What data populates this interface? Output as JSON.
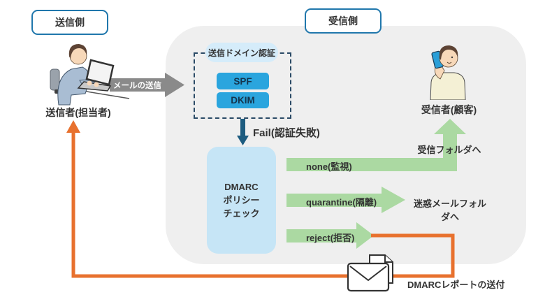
{
  "side_labels": {
    "sender": "送信側",
    "receiver": "受信側"
  },
  "sender": {
    "label": "送信者(担当者)"
  },
  "receiver": {
    "label": "受信者(顧客)"
  },
  "mail_send": {
    "label": "メールの送信"
  },
  "auth": {
    "title": "送信ドメイン認証",
    "spf": "SPF",
    "dkim": "DKIM",
    "fail": "Fail(認証失敗)"
  },
  "dmarc_box": {
    "line1": "DMARC",
    "line2": "ポリシー",
    "line3": "チェック"
  },
  "policies": {
    "none": "none(監視)",
    "quarantine": "quarantine(隔離)",
    "reject": "reject(拒否)"
  },
  "destinations": {
    "inbox": "受信フォルダへ",
    "spam": "迷惑メールフォルダへ"
  },
  "report": {
    "label": "DMARCレポートの送付"
  },
  "colors": {
    "panel_bg": "#efefef",
    "side_label_border": "#2077ac",
    "auth_pill_bg": "#d5ecfa",
    "spf_dkim_bg": "#2aa5de",
    "dmarc_box_bg": "#c6e5f6",
    "fail_arrow": "#1d5c80",
    "green_arrow": "#abd9a2",
    "orange_line": "#e8712e",
    "gray_arrow": "#8a8a8a",
    "text": "#333333"
  }
}
